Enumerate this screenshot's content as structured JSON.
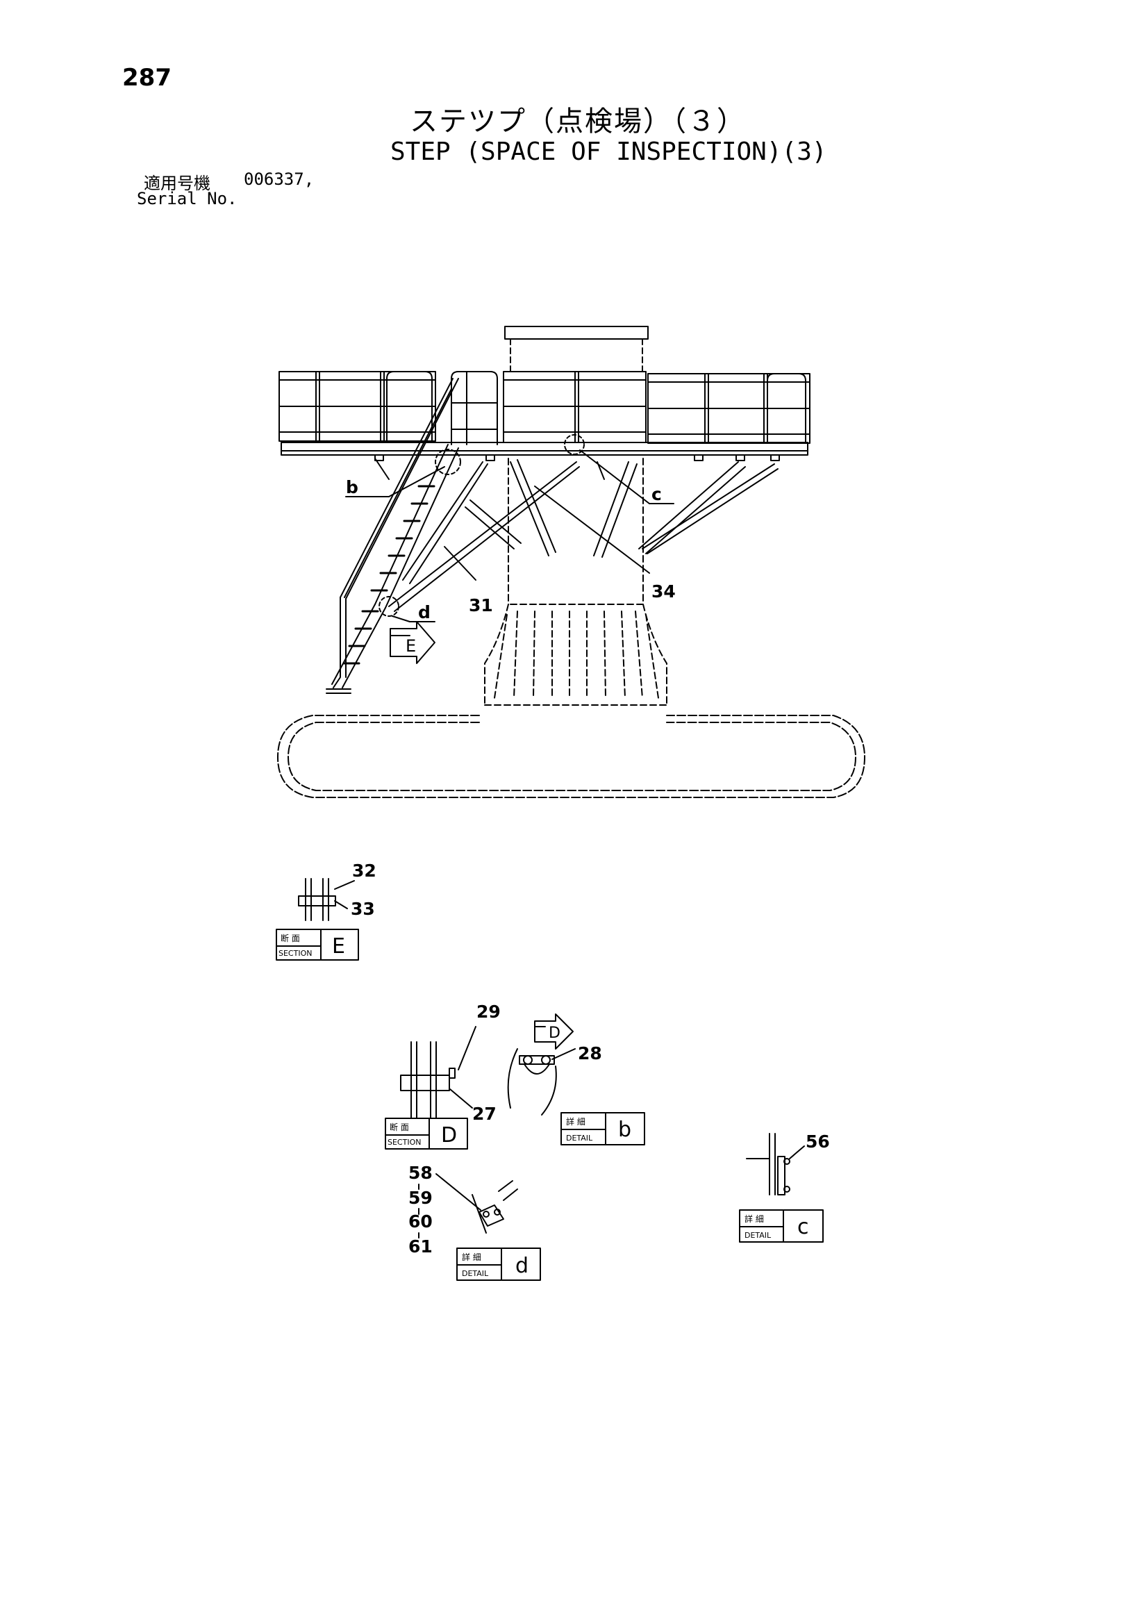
{
  "page_number": "287",
  "title_jp": "ステツプ（点検場）（３）",
  "title_en": "STEP (SPACE OF INSPECTION)(3)",
  "serial": {
    "label_jp": "適用号機",
    "value": "006337,",
    "label_en": "Serial No."
  },
  "callouts": {
    "b": "b",
    "c": "c",
    "d": "d",
    "p31": "31",
    "p34": "34",
    "view_e": "E",
    "view_d": "D",
    "p32": "32",
    "p33": "33",
    "p29": "29",
    "p27": "27",
    "p28": "28",
    "p56": "56",
    "p58": "58",
    "p59": "59",
    "p60": "60",
    "p61": "61"
  },
  "boxes": {
    "section_e": {
      "jp": "断 面",
      "en": "SECTION",
      "letter": "E"
    },
    "section_d": {
      "jp": "断 面",
      "en": "SECTION",
      "letter": "D"
    },
    "detail_b": {
      "jp": "詳 細",
      "en": "DETAIL",
      "letter": "b"
    },
    "detail_c": {
      "jp": "詳 細",
      "en": "DETAIL",
      "letter": "c"
    },
    "detail_d": {
      "jp": "詳 細",
      "en": "DETAIL",
      "letter": "d"
    }
  },
  "colors": {
    "ink": "#000000",
    "paper": "#ffffff"
  }
}
